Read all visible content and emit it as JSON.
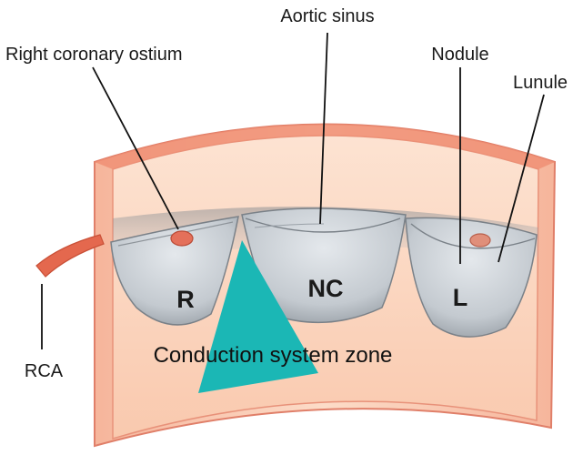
{
  "labels": {
    "aortic_sinus": "Aortic sinus",
    "right_coronary_ostium": "Right coronary ostium",
    "nodule": "Nodule",
    "lunule": "Lunule",
    "rca": "RCA",
    "conduction_zone": "Conduction system zone"
  },
  "cusps": {
    "right": "R",
    "noncoronary": "NC",
    "left": "L"
  },
  "colors": {
    "wall_outer": "#f4a58a",
    "wall_inner": "#fbd3bd",
    "wall_rim": "#e8826c",
    "leaflet": "#c9ced3",
    "leaflet_shadow": "#8e949a",
    "rca": "#e4684e",
    "conduction_zone": "#1bb7b5"
  }
}
